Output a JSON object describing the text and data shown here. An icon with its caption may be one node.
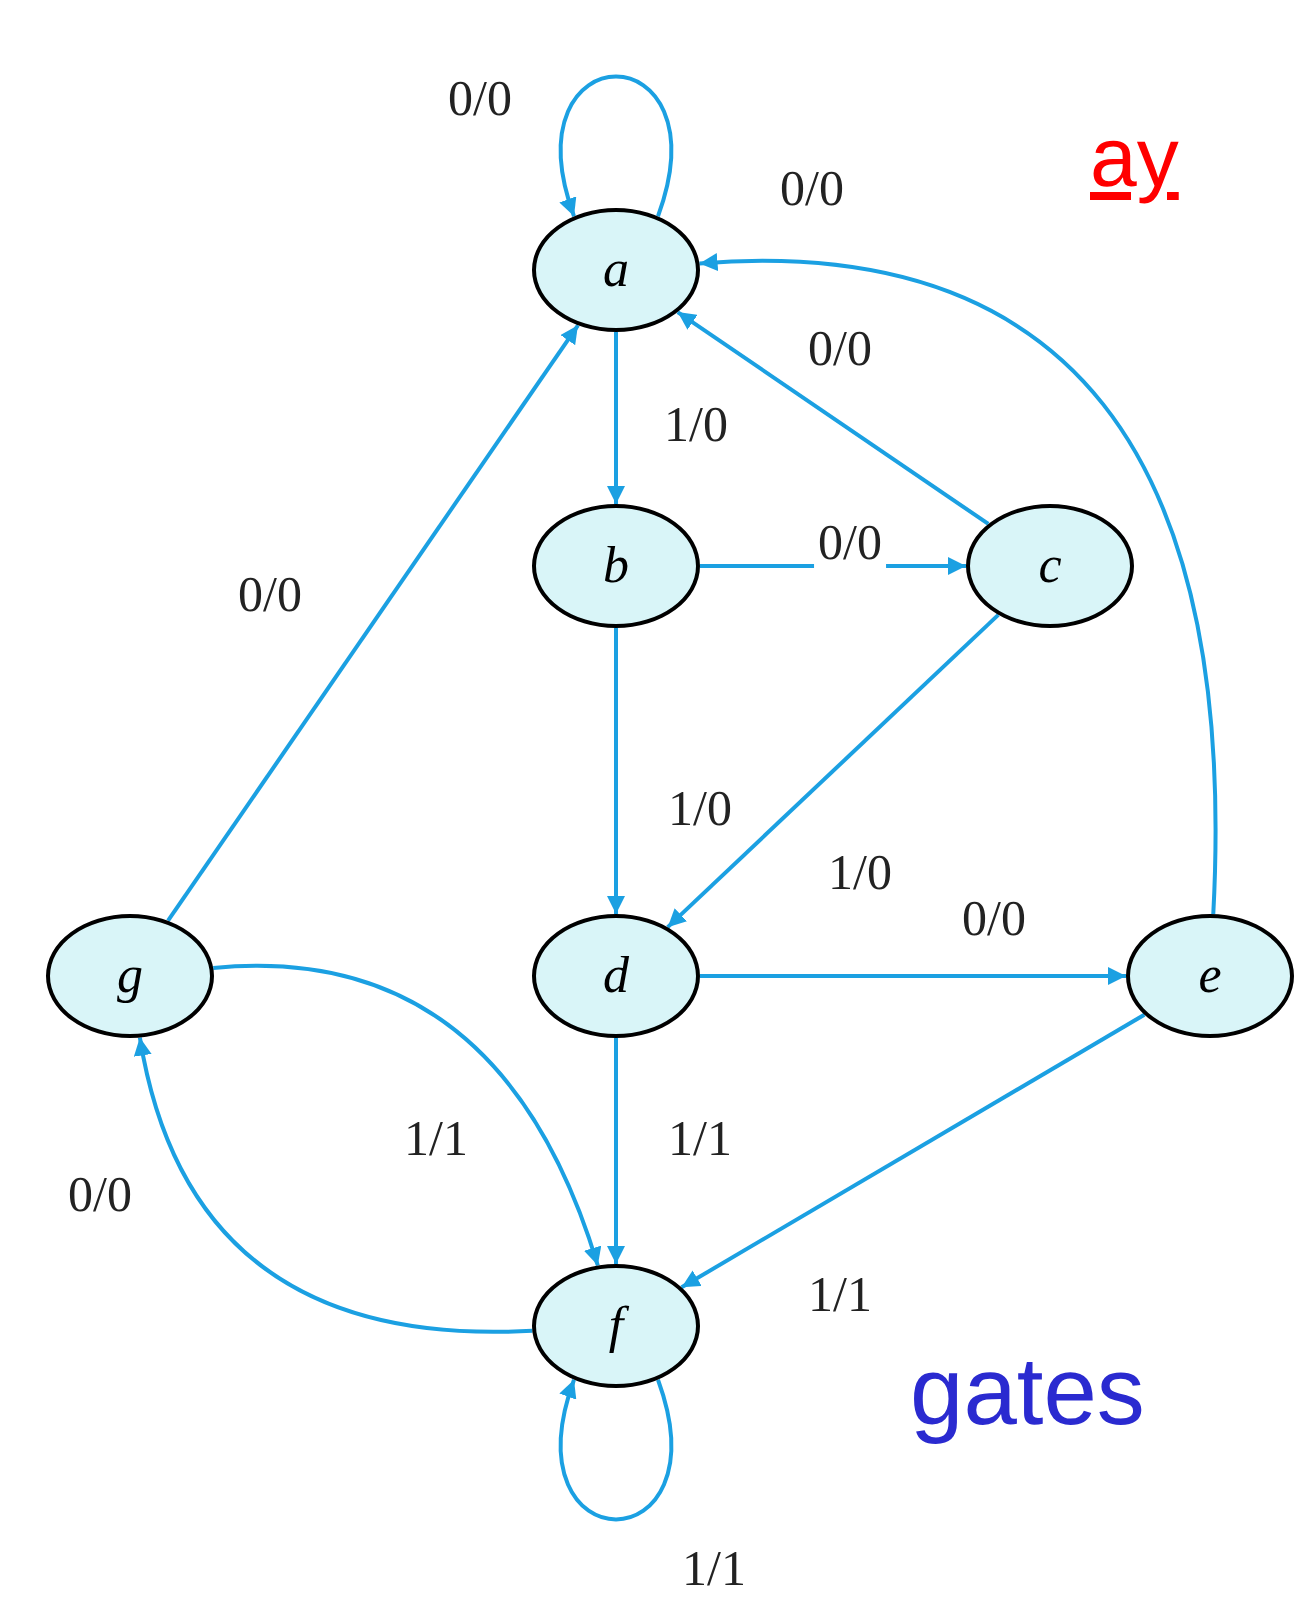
{
  "diagram": {
    "nodes": [
      {
        "text": [
          "a"
        ]
      },
      {
        "text": [
          "b"
        ]
      },
      {
        "text": [
          "c"
        ]
      },
      {
        "text": [
          "d"
        ]
      },
      {
        "text": [
          "e"
        ]
      },
      {
        "text": [
          "f"
        ]
      },
      {
        "text": [
          "g"
        ]
      }
    ],
    "edges": [
      {
        "from": 0,
        "to": 0,
        "arrow": "to",
        "label": "0/0"
      },
      {
        "from": 4,
        "to": 0,
        "arrow": "to",
        "label": "0/0"
      },
      {
        "from": 2,
        "to": 0,
        "arrow": "to",
        "label": "0/0"
      },
      {
        "from": 0,
        "to": 1,
        "arrow": "to",
        "label": "1/0"
      },
      {
        "from": 1,
        "to": 2,
        "arrow": "to",
        "label": "0/0"
      },
      {
        "from": 2,
        "to": 3,
        "arrow": "to",
        "label": "1/0"
      },
      {
        "from": 1,
        "to": 3,
        "arrow": "to",
        "label": "1/0"
      },
      {
        "from": 3,
        "to": 4,
        "arrow": "to",
        "label": "0/0"
      },
      {
        "from": 6,
        "to": 0,
        "arrow": "to",
        "label": "0/0"
      },
      {
        "from": 3,
        "to": 5,
        "arrow": "to",
        "label": "1/1"
      },
      {
        "from": 4,
        "to": 5,
        "arrow": "to",
        "label": "1/1"
      },
      {
        "from": 6,
        "to": 5,
        "arrow": "to",
        "label": "1/1"
      },
      {
        "from": 5,
        "to": 6,
        "arrow": "to",
        "label": "0/0"
      },
      {
        "from": 5,
        "to": 5,
        "arrow": "to",
        "label": "1/1"
      }
    ],
    "labels": [
      "ay",
      "gates"
    ]
  }
}
